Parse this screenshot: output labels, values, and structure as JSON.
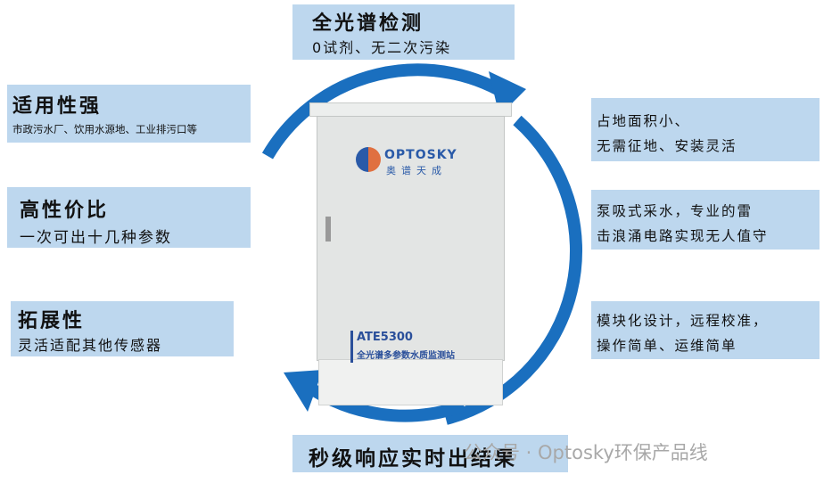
{
  "top": {
    "title": "全光谱检测",
    "subtitle": "0试剂、无二次污染"
  },
  "left": [
    {
      "title": "适用性强",
      "subtitle": "市政污水厂、饮用水源地、工业排污口等"
    },
    {
      "title": "高性价比",
      "subtitle": "一次可出十几种参数"
    },
    {
      "title": "拓展性",
      "subtitle": "灵活适配其他传感器"
    }
  ],
  "right": [
    {
      "line1": "占地面积小、",
      "line2": "无需征地、安装灵活"
    },
    {
      "line1": "泵吸式采水，专业的雷",
      "line2": "击浪涌电路实现无人值守"
    },
    {
      "line1": "模块化设计，远程校准，",
      "line2": "操作简单、运维简单"
    }
  ],
  "bottom": {
    "title": "秒级响应实时出结果"
  },
  "cabinet": {
    "brand": "OPTOSKY",
    "brand_cn": "奥谱天成",
    "model": "ATE5300",
    "product": "全光谱多参数水质监测站"
  },
  "watermark": "公众号 · Optosky环保产品线",
  "colors": {
    "box": "#bdd7ee",
    "arrow": "#1a6fbf"
  }
}
